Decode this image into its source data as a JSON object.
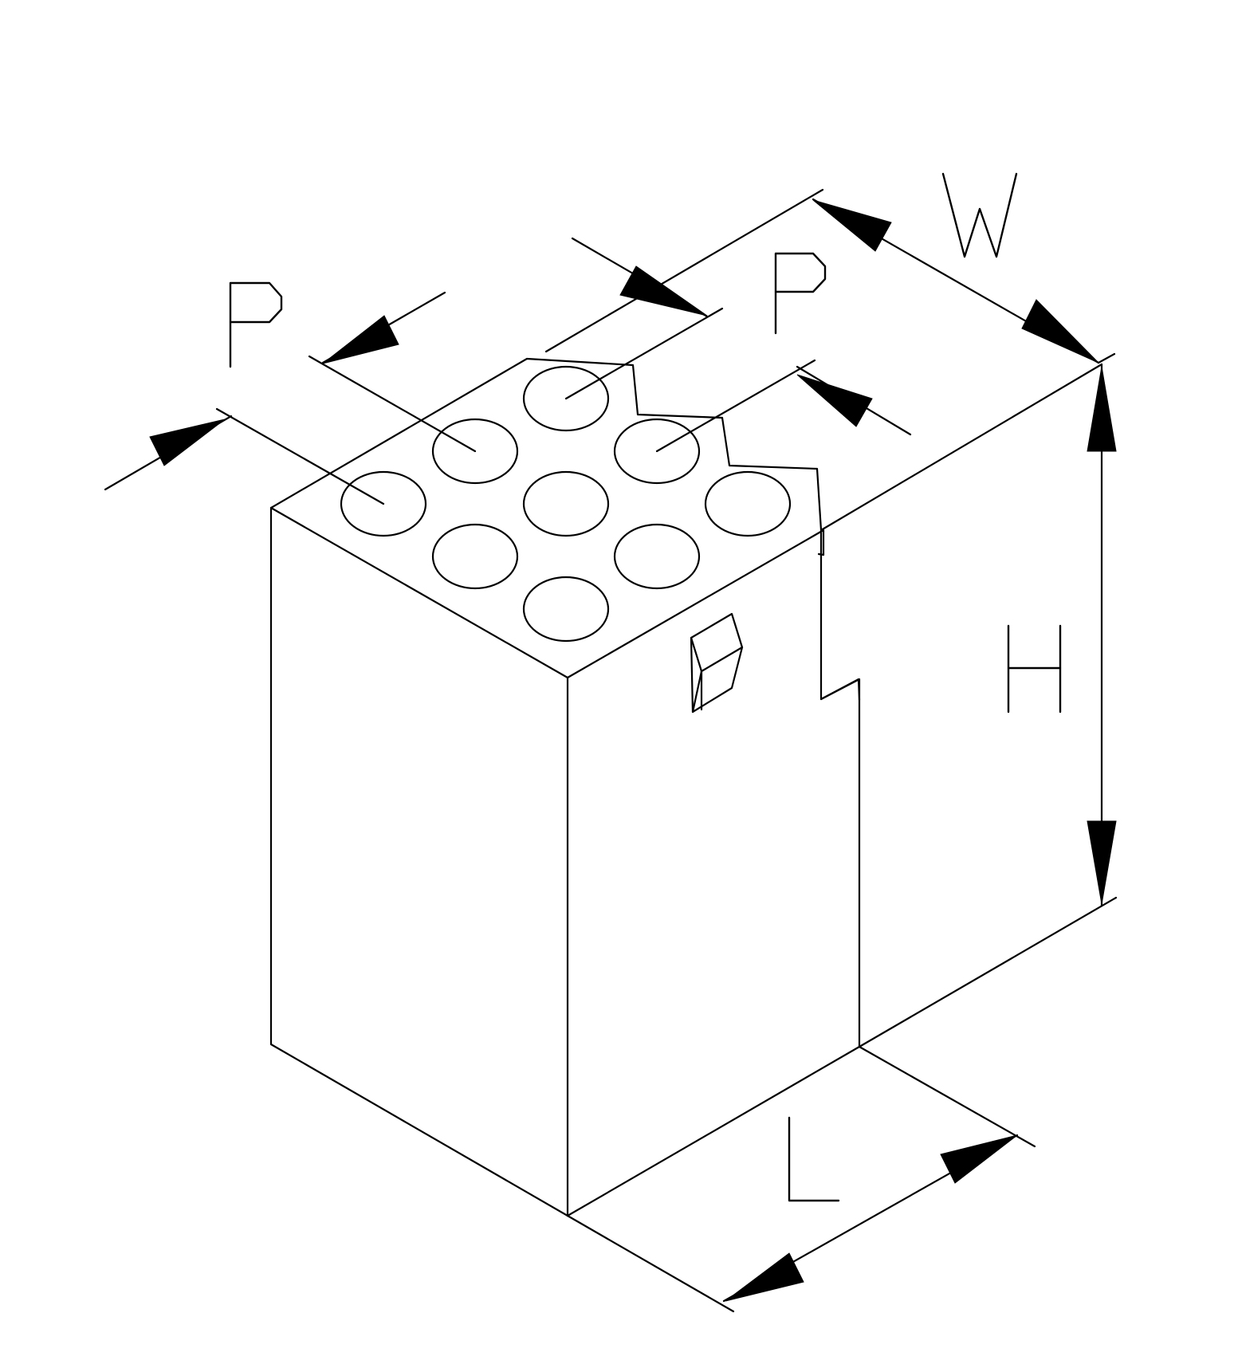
{
  "labels": {
    "pitch_left": "P",
    "pitch_right": "P",
    "width": "W",
    "height": "H",
    "length": "L"
  },
  "grid": {
    "rows": 3,
    "cols": 3
  },
  "colors": {
    "line": "#000000",
    "background": "#ffffff"
  }
}
